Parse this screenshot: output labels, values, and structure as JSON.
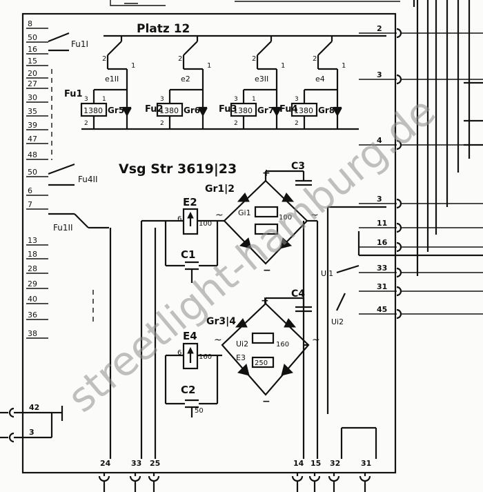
{
  "title": "Platz 12",
  "assembly": "Vsg Str 3619|23",
  "watermark": "streetlight-hamburg.de",
  "left_terminals": [
    "8",
    "50",
    "16",
    "15",
    "20",
    "27",
    "30",
    "35",
    "39",
    "47",
    "48",
    "50",
    "6",
    "7",
    "13",
    "18",
    "28",
    "29",
    "40",
    "36",
    "38"
  ],
  "left_outputs": [
    "42",
    "3"
  ],
  "relay_labels": [
    "Fu1I",
    "Fu4II",
    "Fu1II"
  ],
  "fuses": [
    {
      "name": "Fu1",
      "coil": "1380",
      "rect": "Gr5",
      "contact": "e1II",
      "pins": [
        "3",
        "1",
        "2"
      ]
    },
    {
      "name": "Fu2",
      "coil": "1380",
      "rect": "Gr6",
      "contact": "e2",
      "pins": [
        "3",
        "2"
      ]
    },
    {
      "name": "Fu3",
      "coil": "1380",
      "rect": "Gr7",
      "contact": "e3II",
      "pins": [
        "3",
        "1",
        "2"
      ]
    },
    {
      "name": "Fu4",
      "coil": "1380",
      "rect": "Gr8",
      "contact": "e4",
      "pins": [
        "3",
        "2"
      ]
    }
  ],
  "contact_pins": [
    "2",
    "1"
  ],
  "bridge1": {
    "label": "Gr1|2",
    "cap": "C3",
    "plus": "+",
    "minus": "−",
    "r1": "Gi1",
    "r2": "100",
    "tilde": "~"
  },
  "bridge2": {
    "label": "Gr3|4",
    "cap": "C4",
    "plus": "+",
    "minus": "−",
    "r1": "Ui2",
    "r2": "E3",
    "v1": "160",
    "v2": "250",
    "tilde": "~"
  },
  "e2": {
    "name": "E2",
    "pin_a": "6",
    "pin_b": "100",
    "cap": "C1"
  },
  "e4": {
    "name": "E4",
    "pin_a": "6",
    "pin_b": "160",
    "cap": "C2",
    "cap_val": "50"
  },
  "right_terminals": [
    "2",
    "3",
    "4",
    "3",
    "11",
    "16",
    "33",
    "31",
    "45"
  ],
  "switch_labels": [
    "Ui1",
    "Ui2"
  ],
  "bottom_terminals": [
    "24",
    "33",
    "25",
    "14",
    "15",
    "32",
    "31"
  ]
}
